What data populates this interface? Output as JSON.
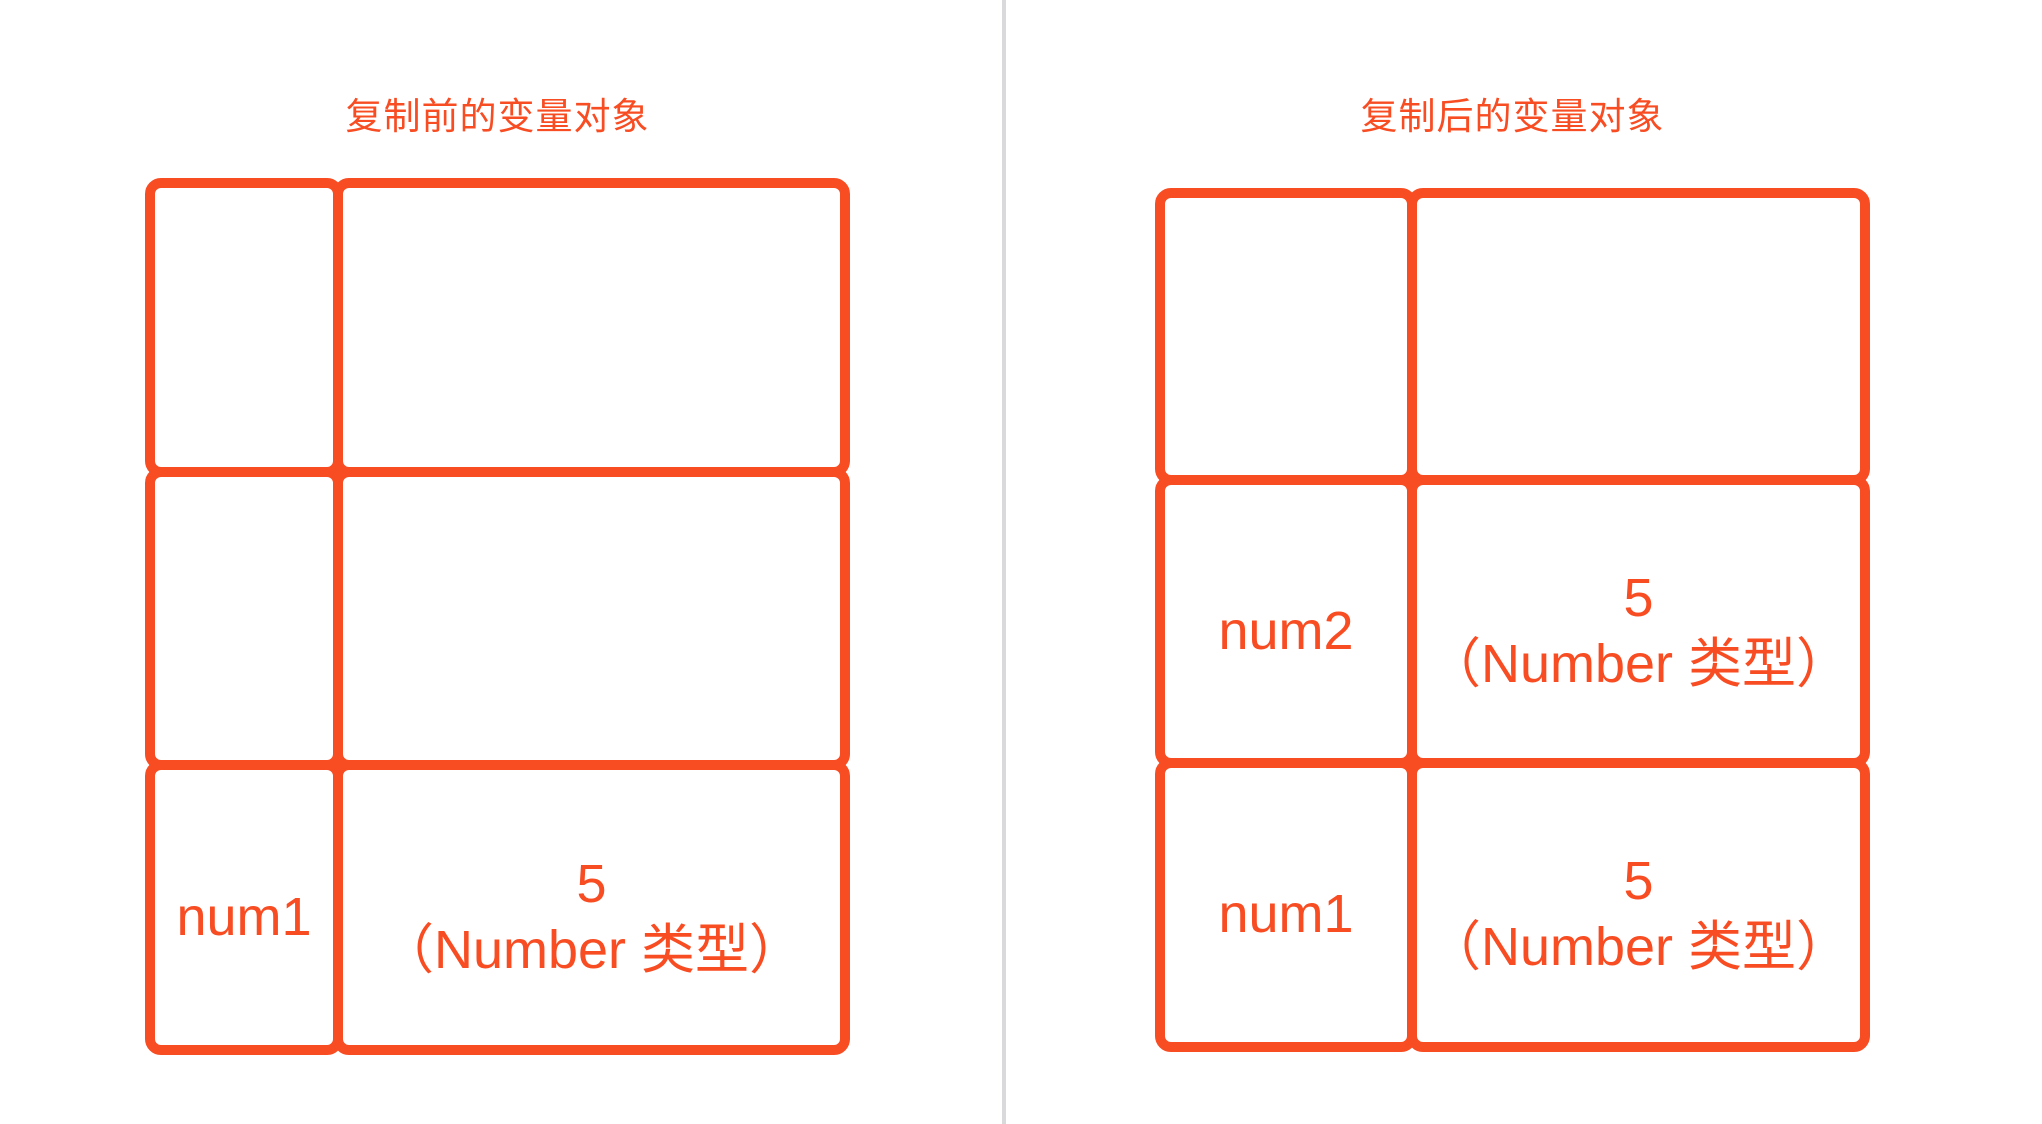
{
  "colors": {
    "accent": "#f84c22",
    "divider": "#d9d9dc",
    "background": "#ffffff"
  },
  "panels": {
    "before": {
      "title": "复制前的变量对象",
      "rows": [
        {
          "name": "",
          "value": ""
        },
        {
          "name": "",
          "value": ""
        },
        {
          "name": "num1",
          "value": "5\n（Number 类型）"
        }
      ]
    },
    "after": {
      "title": "复制后的变量对象",
      "rows": [
        {
          "name": "",
          "value": ""
        },
        {
          "name": "num2",
          "value": "5\n（Number 类型）"
        },
        {
          "name": "num1",
          "value": "5\n（Number 类型）"
        }
      ]
    }
  }
}
